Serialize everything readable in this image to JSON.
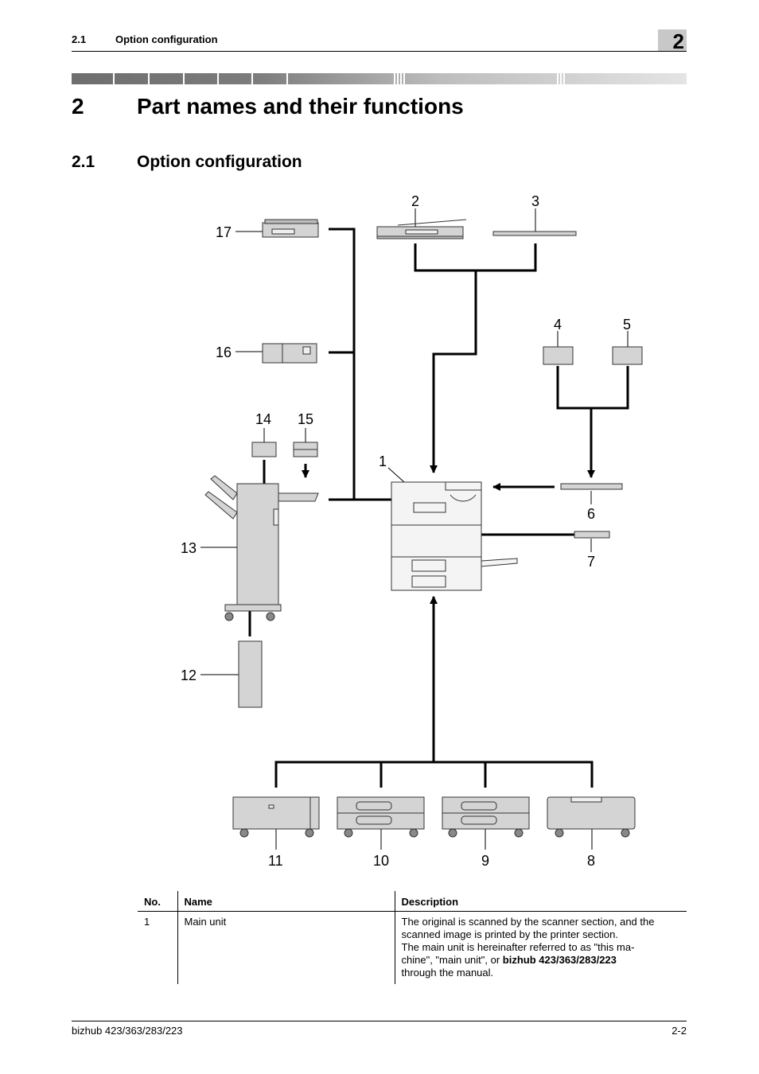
{
  "header": {
    "section_number": "2.1",
    "section_title": "Option configuration",
    "chapter_tab": "2"
  },
  "chapter": {
    "number": "2",
    "title": "Part names and their functions"
  },
  "section": {
    "number": "2.1",
    "title": "Option configuration"
  },
  "diagram": {
    "labels": [
      "1",
      "2",
      "3",
      "4",
      "5",
      "6",
      "7",
      "8",
      "9",
      "10",
      "11",
      "12",
      "13",
      "14",
      "15",
      "16",
      "17"
    ]
  },
  "table": {
    "headers": {
      "no": "No.",
      "name": "Name",
      "description": "Description"
    },
    "rows": [
      {
        "no": "1",
        "name": "Main unit",
        "desc_lines": [
          "The original is scanned by the scanner section, and the",
          "scanned image is printed by the printer section.",
          "The main unit is hereinafter referred to as \"this ma-",
          "chine\", \"main unit\", or "
        ],
        "desc_bold": "bizhub 423/363/283/223",
        "desc_end": "through the manual."
      }
    ]
  },
  "footer": {
    "left": "bizhub 423/363/283/223",
    "right": "2-2"
  }
}
